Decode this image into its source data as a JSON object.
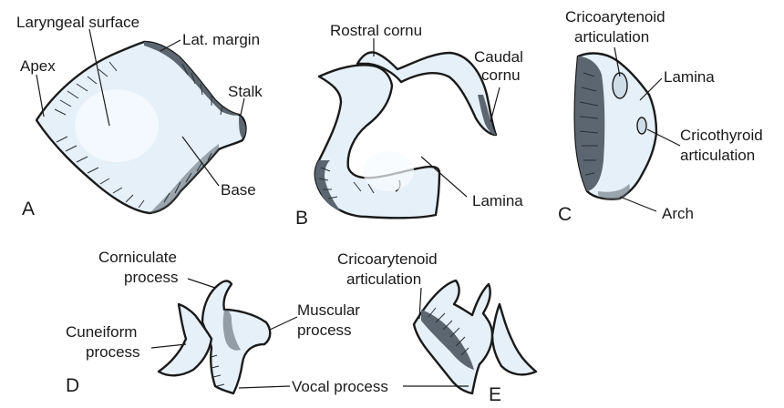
{
  "panels": {
    "A": {
      "letter": "A",
      "labels": {
        "laryngeal_surface": "Laryngeal surface",
        "lat_margin": "Lat. margin",
        "apex": "Apex",
        "stalk": "Stalk",
        "base": "Base"
      }
    },
    "B": {
      "letter": "B",
      "labels": {
        "rostral_cornu": "Rostral cornu",
        "caudal_cornu_1": "Caudal",
        "caudal_cornu_2": "cornu",
        "lamina": "Lamina"
      }
    },
    "C": {
      "letter": "C",
      "labels": {
        "cricoarytenoid_1": "Cricoarytenoid",
        "cricoarytenoid_2": "articulation",
        "lamina": "Lamina",
        "cricothyroid_1": "Cricothyroid",
        "cricothyroid_2": "articulation",
        "arch": "Arch"
      }
    },
    "D": {
      "letter": "D",
      "labels": {
        "corniculate_1": "Corniculate",
        "corniculate_2": "process",
        "cuneiform_1": "Cuneiform",
        "cuneiform_2": "process",
        "muscular_1": "Muscular",
        "muscular_2": "process",
        "vocal_process": "Vocal process"
      }
    },
    "E": {
      "letter": "E",
      "labels": {
        "cricoarytenoid_1": "Cricoarytenoid",
        "cricoarytenoid_2": "articulation"
      }
    }
  }
}
